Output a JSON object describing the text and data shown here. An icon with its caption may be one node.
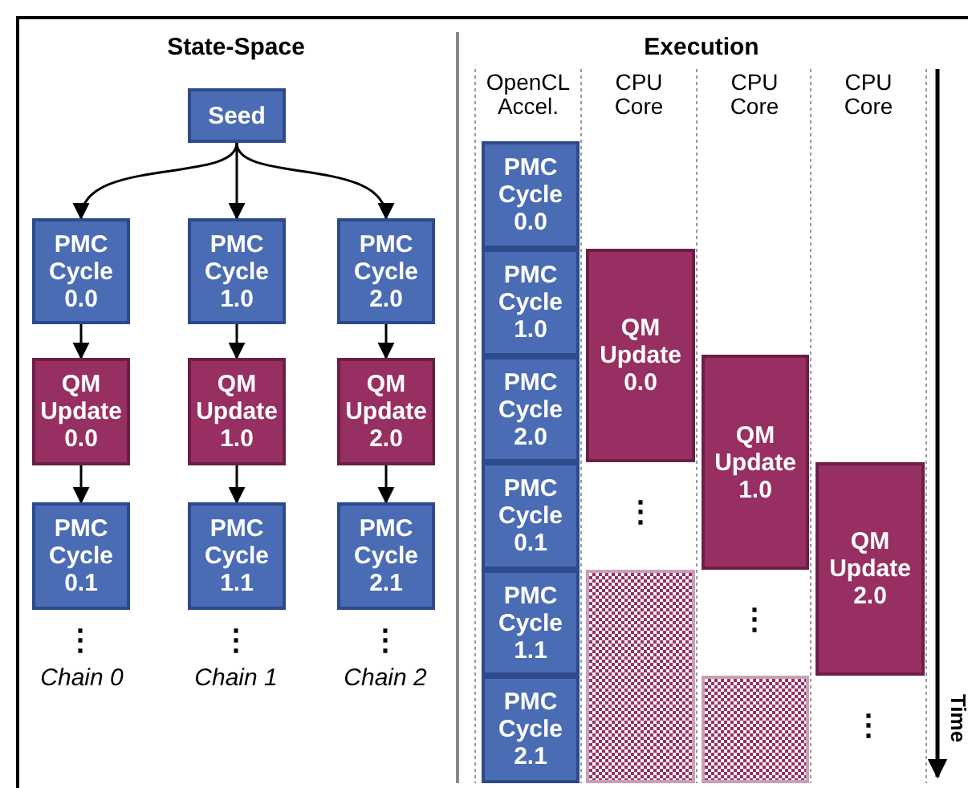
{
  "diagram": {
    "nodes": [
      {
        "text": [
          "Seed"
        ]
      },
      {
        "text": [
          "PMC Cycle 0.0"
        ]
      },
      {
        "text": [
          "PMC Cycle 1.0"
        ]
      },
      {
        "text": [
          "PMC Cycle 2.0"
        ]
      },
      {
        "text": [
          "QM Update 0.0"
        ]
      },
      {
        "text": [
          "QM Update 1.0"
        ]
      },
      {
        "text": [
          "QM Update 2.0"
        ]
      },
      {
        "text": [
          "PMC Cycle 0.1"
        ]
      },
      {
        "text": [
          "PMC Cycle 1.1"
        ]
      },
      {
        "text": [
          "PMC Cycle 2.1"
        ]
      },
      {
        "text": [
          "PMC Cycle 0.0"
        ]
      },
      {
        "text": [
          "PMC Cycle 1.0"
        ]
      },
      {
        "text": [
          "PMC Cycle 2.0"
        ]
      },
      {
        "text": [
          "PMC Cycle 0.1"
        ]
      },
      {
        "text": [
          "PMC Cycle 1.1"
        ]
      },
      {
        "text": [
          "PMC Cycle 2.1"
        ]
      },
      {
        "text": [
          "QM Update 0.0"
        ]
      },
      {
        "text": [
          "QM Update 1.0"
        ]
      },
      {
        "text": [
          "QM Update 2.0"
        ]
      },
      {
        "text": [],
        "shape": "box"
      },
      {
        "text": [],
        "shape": "box"
      }
    ],
    "edges": [
      {
        "from": 0,
        "to": 1,
        "arrow": "to"
      },
      {
        "from": 0,
        "to": 2,
        "arrow": "to"
      },
      {
        "from": 0,
        "to": 3,
        "arrow": "to"
      },
      {
        "from": 1,
        "to": 4,
        "arrow": "to"
      },
      {
        "from": 2,
        "to": 5,
        "arrow": "to"
      },
      {
        "from": 3,
        "to": 6,
        "arrow": "to"
      },
      {
        "from": 4,
        "to": 7,
        "arrow": "to"
      },
      {
        "from": 5,
        "to": 8,
        "arrow": "to"
      },
      {
        "from": 6,
        "to": 9,
        "arrow": "to"
      }
    ],
    "labels": [
      "State-Space",
      "Execution",
      "OpenCL Accel.",
      "CPU Core",
      "CPU Core",
      "CPU Core",
      "⋮",
      "⋮",
      "⋮",
      "Chain 0",
      "Chain 1",
      "Chain 2",
      "⋮",
      "⋮",
      "⋮",
      "Time"
    ]
  }
}
